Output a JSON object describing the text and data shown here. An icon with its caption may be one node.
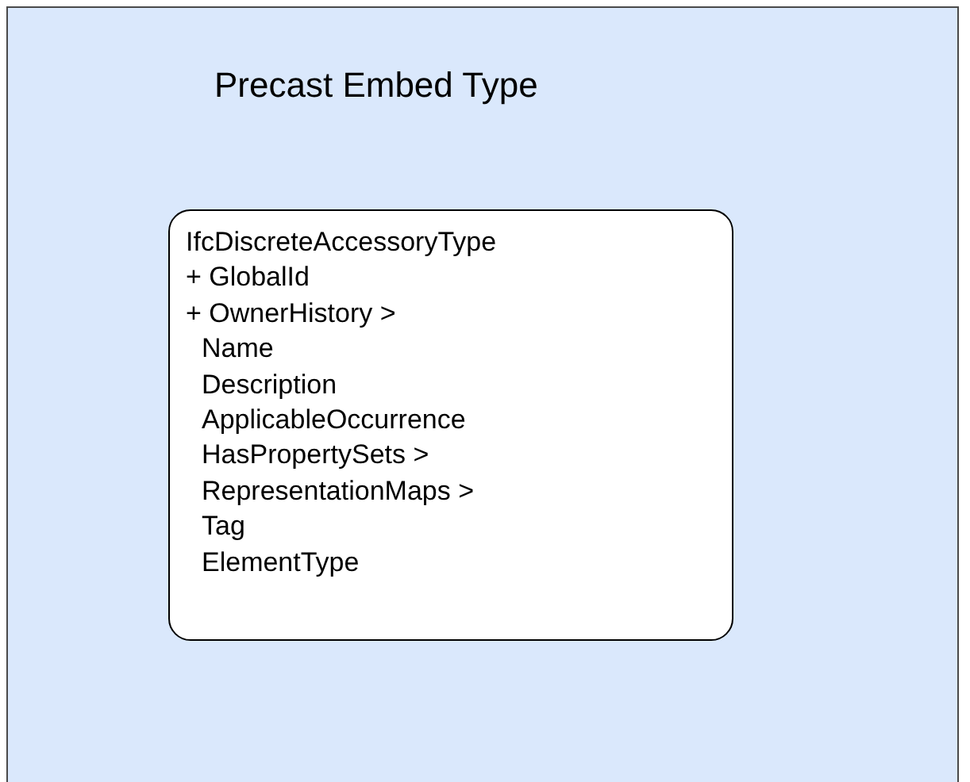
{
  "diagram": {
    "nodes": [
      {
        "text": [
          "Precast Embed Type"
        ]
      },
      {
        "text": [
          "IfcDiscreteAccessoryType",
          "+ GlobalId",
          "+ OwnerHistory >",
          "Name",
          "Description",
          "ApplicableOccurrence",
          "HasPropertySets >",
          "RepresentationMaps >",
          "Tag",
          "ElementType"
        ],
        "in": 0
      }
    ]
  }
}
